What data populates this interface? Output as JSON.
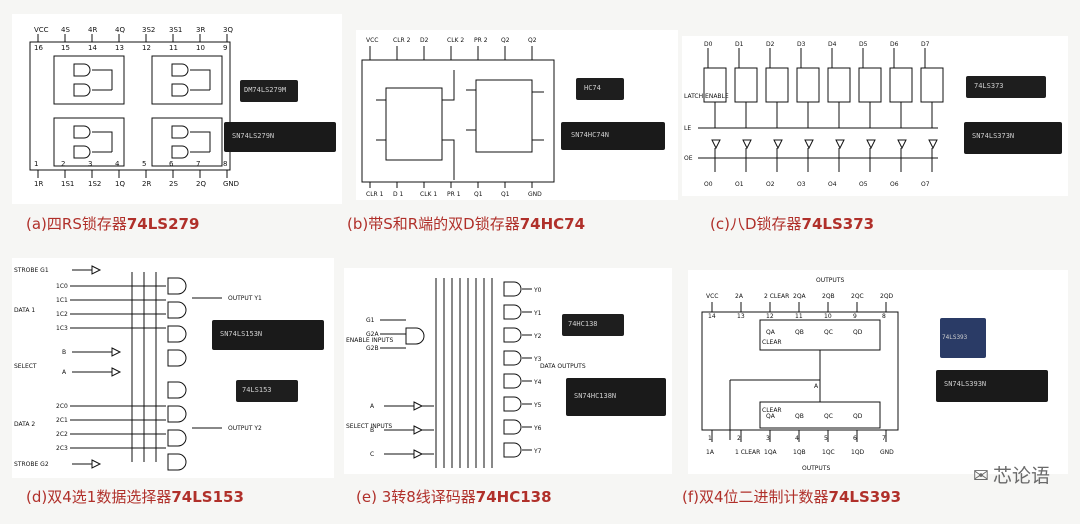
{
  "captions": {
    "a": {
      "prefix": "(a)四RS锁存器",
      "part": "74LS279"
    },
    "b": {
      "prefix": "(b)带S和R端的双D锁存器",
      "part": "74HC74"
    },
    "c": {
      "prefix": "(c)八D锁存器",
      "part": "74LS373"
    },
    "d": {
      "prefix": "(d)双4选1数据选择器",
      "part": "74LS153"
    },
    "e": {
      "prefix": "(e) 3转8线译码器",
      "part": "74HC138"
    },
    "f": {
      "prefix": "(f)双4位二进制计数器",
      "part": "74LS393"
    }
  },
  "pins_a": {
    "top": [
      "VCC",
      "4S",
      "4R",
      "4Q",
      "3S2",
      "3S1",
      "3R",
      "3Q"
    ],
    "top_nums": [
      "16",
      "15",
      "14",
      "13",
      "12",
      "11",
      "10",
      "9"
    ],
    "bottom": [
      "1R",
      "1S1",
      "1S2",
      "1Q",
      "2R",
      "2S",
      "2Q",
      "GND"
    ],
    "bottom_nums": [
      "1",
      "2",
      "3",
      "4",
      "5",
      "6",
      "7",
      "8"
    ]
  },
  "pins_b": {
    "top": [
      "VCC",
      "CLR 2",
      "D2",
      "CLK 2",
      "PR 2",
      "Q2",
      "Q2"
    ],
    "bottom": [
      "CLR 1",
      "D 1",
      "CLK 1",
      "PR 1",
      "Q1",
      "Q1",
      "GND"
    ]
  },
  "labels_c": {
    "latch": "LATCH ENABLE",
    "le": "LE",
    "oe": "OE",
    "d_inputs": [
      "D0",
      "D1",
      "D2",
      "D3",
      "D4",
      "D5",
      "D6",
      "D7"
    ],
    "outputs": [
      "O0",
      "O1",
      "O2",
      "O3",
      "O4",
      "O5",
      "O6",
      "O7"
    ]
  },
  "labels_d": {
    "strobe1": "STROBE G1",
    "data1": "DATA 1",
    "select": "SELECT",
    "data2": "DATA 2",
    "strobe2": "STROBE G2",
    "output1": "OUTPUT Y1",
    "output2": "OUTPUT Y2",
    "inputs1": [
      "1C0",
      "1C1",
      "1C2",
      "1C3"
    ],
    "inputs2": [
      "2C0",
      "2C1",
      "2C2",
      "2C3"
    ],
    "sel": [
      "B",
      "A"
    ]
  },
  "labels_e": {
    "enable": "ENABLE INPUTS",
    "select": "SELECT INPUTS",
    "data": "DATA OUTPUTS",
    "enables": [
      "G1",
      "G2A",
      "G2B"
    ],
    "selects": [
      "A",
      "B",
      "C"
    ],
    "outs": [
      "Y0",
      "Y1",
      "Y2",
      "Y3",
      "Y4",
      "Y5",
      "Y6",
      "Y7"
    ]
  },
  "labels_f": {
    "outputs": "OUTPUTS",
    "clear": "CLEAR",
    "top": [
      "VCC",
      "2A",
      "2 CLEAR",
      "2QA",
      "2QB",
      "2QC",
      "2QD"
    ],
    "top_nums": [
      "14",
      "13",
      "12",
      "11",
      "10",
      "9",
      "8"
    ],
    "bottom": [
      "1A",
      "1 CLEAR",
      "1QA",
      "1QB",
      "1QC",
      "1QD",
      "GND"
    ],
    "bottom_nums": [
      "1",
      "2",
      "3",
      "4",
      "5",
      "6",
      "7"
    ],
    "q": [
      "QA",
      "QB",
      "QC",
      "QD"
    ],
    "a": "A"
  },
  "chip_marks": {
    "a_small": "DM74LS279M",
    "a_large": "SN74LS279N",
    "b_small": "HC74",
    "b_large": "SN74HC74N",
    "c_small": "74LS373",
    "c_large": "SN74LS373N",
    "d_large": "SN74LS153N",
    "d_small": "74LS153",
    "e_small": "74HC138",
    "e_large": "SN74HC138N",
    "f_small": "74LS393",
    "f_large": "SN74LS393N"
  },
  "watermark": "芯论语"
}
